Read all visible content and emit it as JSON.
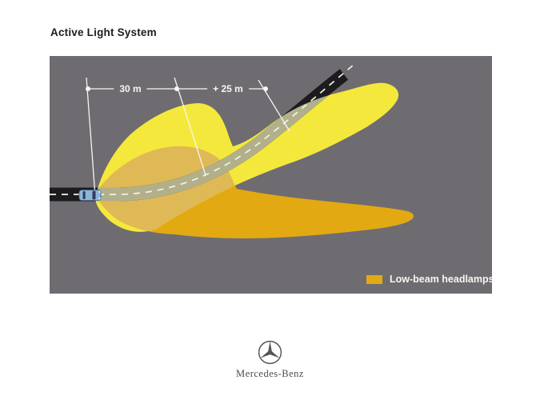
{
  "title": "Active Light System",
  "measurements": {
    "segment1_label": "30 m",
    "segment2_label": "+ 25 m"
  },
  "legend": {
    "label": "Low-beam headlamps",
    "swatch_color": "#e2a912"
  },
  "beams": {
    "active_light_color": "#f4e83c",
    "low_beam_color": "#e2a912",
    "overlap_color": "#dfb955"
  },
  "road": {
    "surface_color": "#1c1c1e",
    "lit_surface_color": "#b2b08a",
    "marking_color": "#f4f2ea"
  },
  "car": {
    "body_color": "#8cb6da",
    "window_color": "#2f3f58"
  },
  "panel": {
    "background_color": "#6e6c71",
    "annotation_color": "#f7f6f2"
  },
  "brand": {
    "name": "Mercedes-Benz",
    "logo_color": "#545557"
  }
}
